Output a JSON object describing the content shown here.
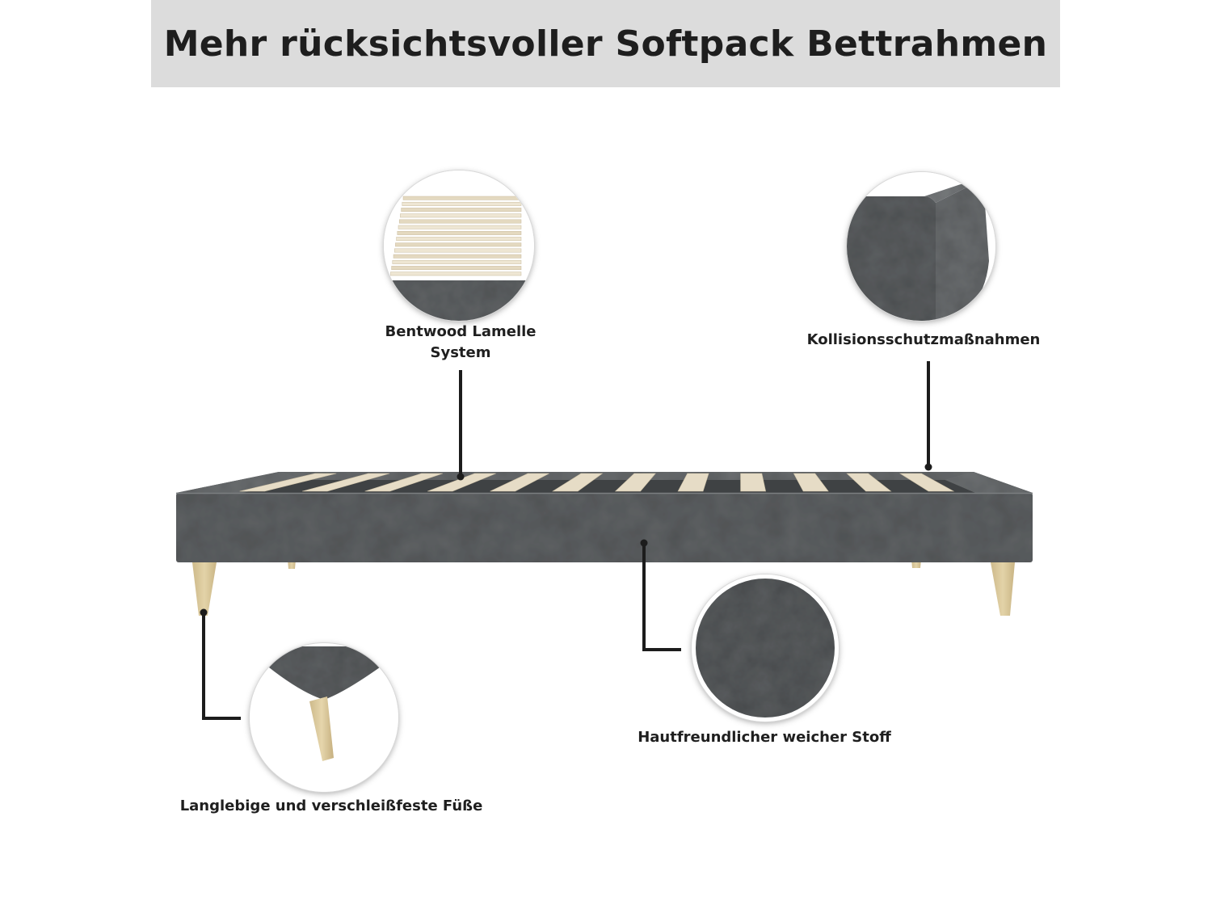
{
  "title": "Mehr rücksichtsvoller Softpack Bettrahmen",
  "features": {
    "slats": {
      "line1": "Bentwood Lamelle",
      "line2": "System"
    },
    "corner": {
      "label": "Kollisionsschutzmaßnahmen"
    },
    "fabric": {
      "label": "Hautfreundlicher weicher Stoff"
    },
    "legs": {
      "label": "Langlebige und verschleißfeste Füße"
    }
  },
  "colors": {
    "fabric": "#5e6163",
    "fabric_dark": "#4f5254",
    "slat": "#e6dcc6",
    "wood": "#d9c79a",
    "callout_line": "#1c1c1c"
  },
  "slat_count": 12
}
